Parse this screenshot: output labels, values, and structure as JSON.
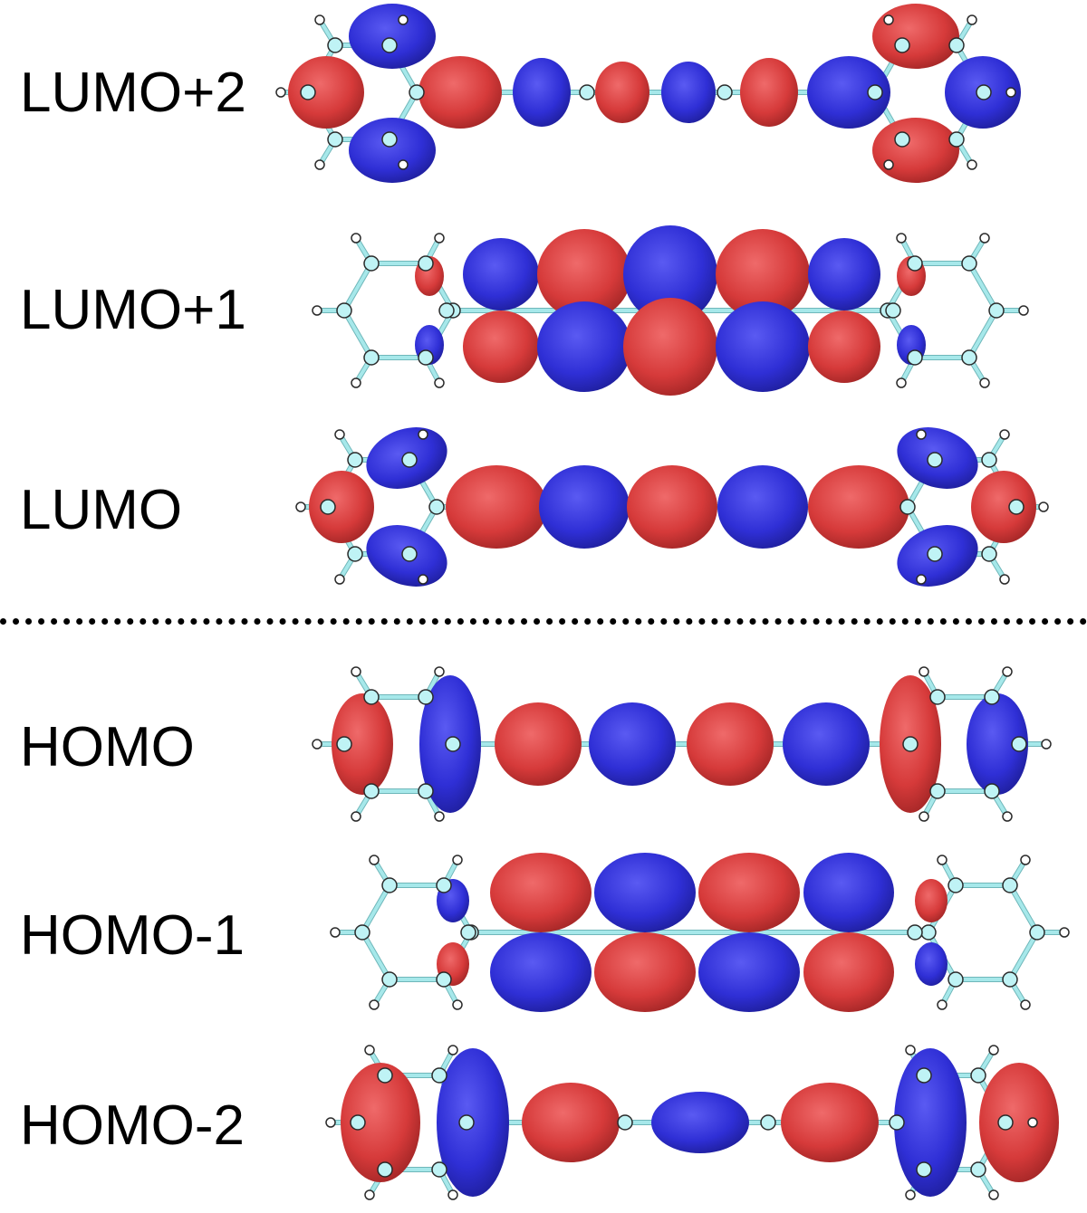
{
  "orbitals": [
    {
      "label": "LUMO+2"
    },
    {
      "label": "LUMO+1"
    },
    {
      "label": "LUMO"
    },
    {
      "label": "HOMO"
    },
    {
      "label": "HOMO-1"
    },
    {
      "label": "HOMO-2"
    }
  ],
  "colors": {
    "positive_lobe": "#d63a3a",
    "negative_lobe": "#2f2fd6",
    "bond": "#a6e8ea",
    "carbon_atom": "#bff3f5",
    "hydrogen_atom": "#ffffff",
    "separator": "#000000"
  }
}
